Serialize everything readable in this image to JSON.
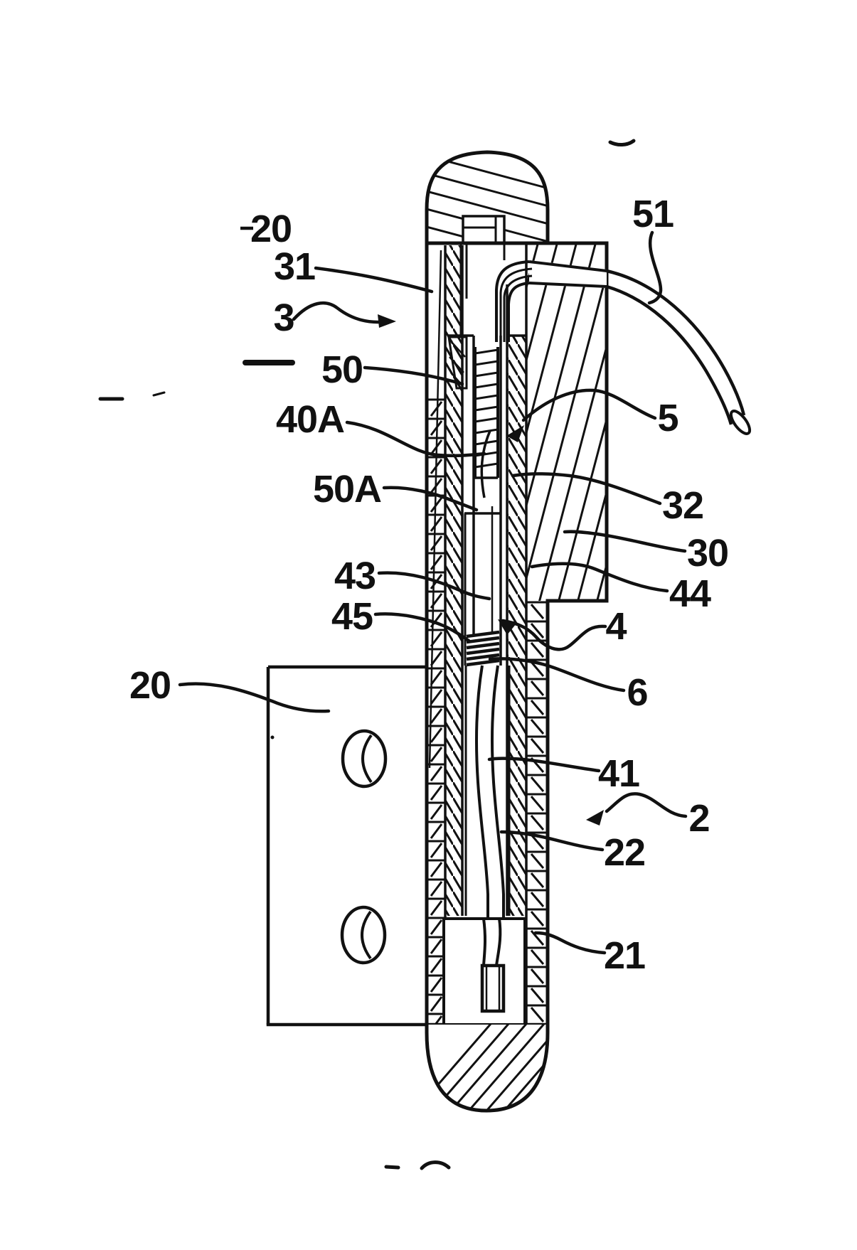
{
  "figure": {
    "background": "#ffffff",
    "ink": "#111111",
    "refs": {
      "top20": "20",
      "r31": "31",
      "r3": "3",
      "r50": "50",
      "r40A": "40A",
      "r50A": "50A",
      "r43": "43",
      "r45": "45",
      "plate20": "20",
      "r51": "51",
      "r5": "5",
      "r32": "32",
      "r30": "30",
      "r44": "44",
      "r4": "4",
      "r6": "6",
      "r41": "41",
      "r2": "2",
      "r22": "22",
      "r21": "21"
    }
  }
}
